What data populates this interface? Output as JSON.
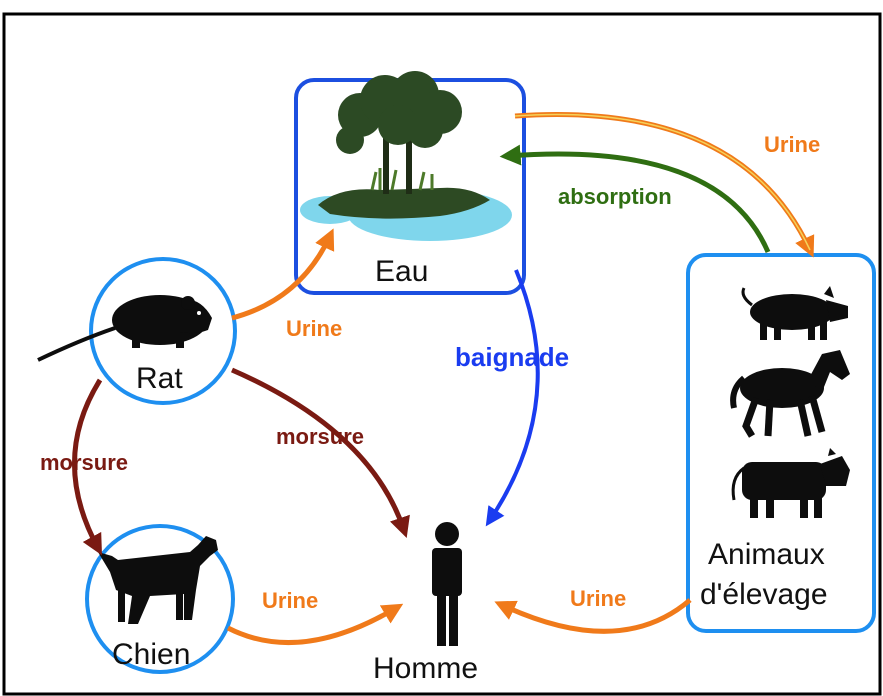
{
  "nodes": {
    "eau": "Eau",
    "rat": "Rat",
    "chien": "Chien",
    "homme": "Homme",
    "animaux_line1": "Animaux",
    "animaux_line2": "d'élevage"
  },
  "edges": {
    "urine_eau_animaux": "Urine",
    "absorption": "absorption",
    "urine_rat_eau": "Urine",
    "baignade": "baignade",
    "morsure_rat_homme": "morsure",
    "morsure_rat_chien": "morsure",
    "urine_chien_homme": "Urine",
    "urine_animaux_homme": "Urine"
  },
  "colors": {
    "urine": "#f07a1a",
    "urine_highlight": "#f5d25a",
    "absorption": "#2f6e12",
    "baignade": "#1a3cf0",
    "morsure": "#7a1a12",
    "node_border": "#1e8ff0",
    "eau_border": "#1c4fe0",
    "water": "#7fd6ec",
    "silhouette": "#0d0d0d"
  },
  "icons": [
    "tree-island-icon",
    "rat-icon",
    "dog-icon",
    "person-icon",
    "pig-icon",
    "horse-icon",
    "cow-icon"
  ]
}
